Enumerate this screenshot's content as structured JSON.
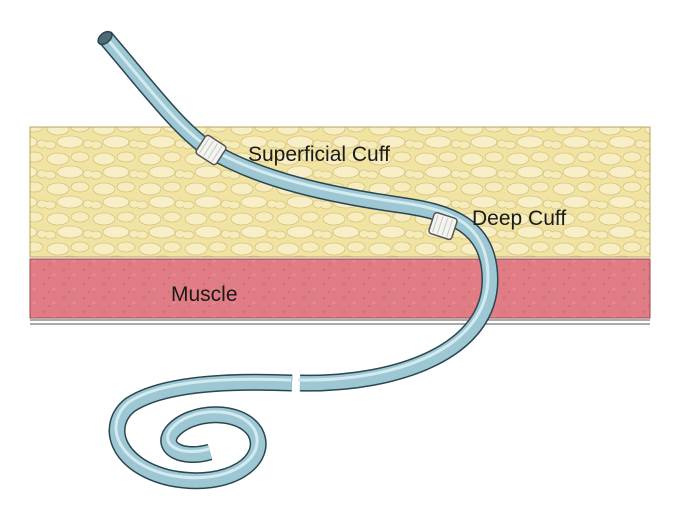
{
  "labels": {
    "superficial_cuff": "Superficial Cuff",
    "deep_cuff": "Deep Cuff",
    "muscle": "Muscle"
  },
  "colors": {
    "fat_layer": "#f1e3a2",
    "fat_globule": "#f7eec4",
    "fat_outline": "#c9b56a",
    "muscle_layer": "#e07c84",
    "catheter": "#9cc7d3",
    "catheter_highlight": "#d3eaf0",
    "catheter_outline": "#2a4650",
    "cuff": "#f4f4f0"
  },
  "icons": {
    "catheter": "peritoneal-dialysis-catheter-icon"
  }
}
